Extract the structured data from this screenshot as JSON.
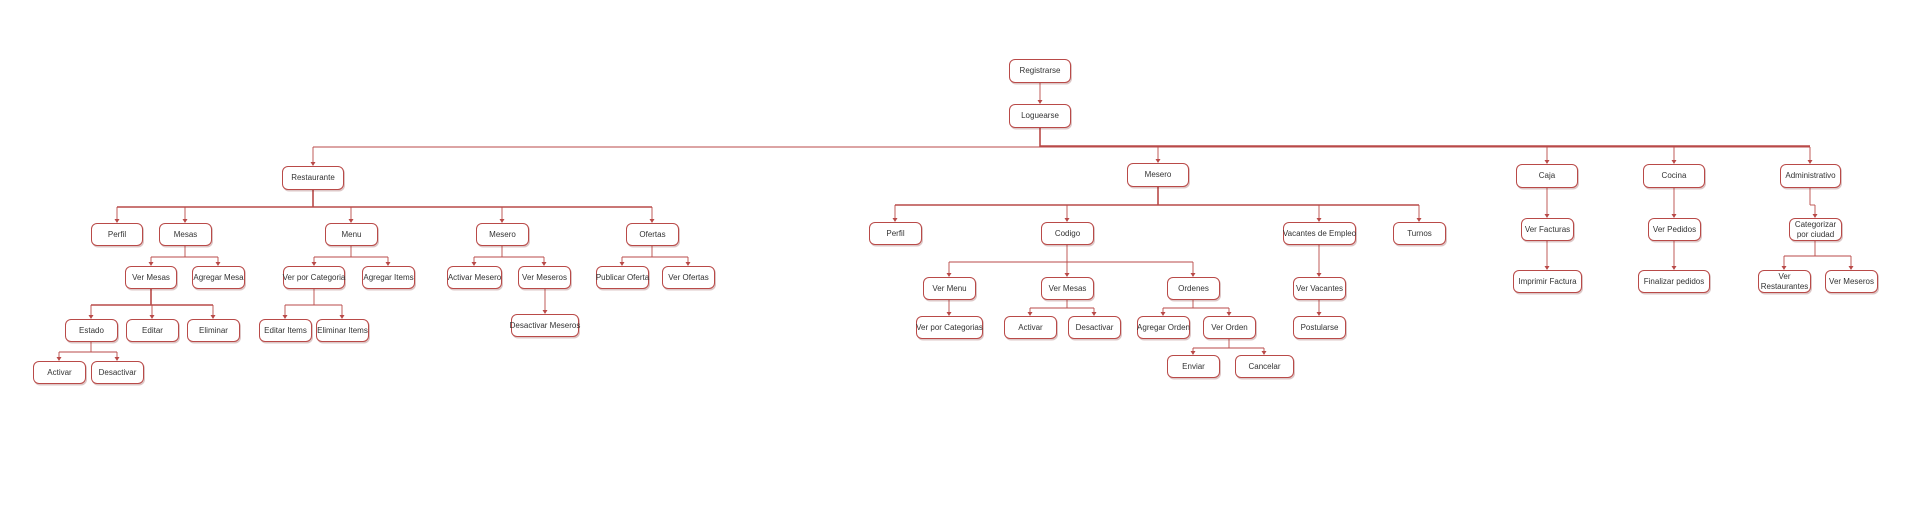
{
  "diagram": {
    "type": "tree",
    "colors": {
      "border": "#b94a48",
      "connector": "#b94a48",
      "text": "#333333",
      "background": "#ffffff"
    },
    "nodes": {
      "registrarse": "Registrarse",
      "loguearse": "Loguearse",
      "restaurante": "Restaurante",
      "rest_perfil": "Perfil",
      "rest_mesas": "Mesas",
      "rest_ver_mesas": "Ver Mesas",
      "rest_agregar_mesa": "Agregar Mesa",
      "rest_estado": "Estado",
      "rest_activar": "Activar",
      "rest_desactivar": "Desactivar",
      "rest_editar": "Editar",
      "rest_eliminar": "Eliminar",
      "rest_menu": "Menu",
      "rest_ver_por_categoria": "Ver por Categoria",
      "rest_agregar_items": "Agregar Items",
      "rest_editar_items": "Editar Items",
      "rest_eliminar_items": "Eliminar Items",
      "rest_mesero": "Mesero",
      "rest_activar_mesero": "Activar Mesero",
      "rest_ver_meseros": "Ver Meseros",
      "rest_desactivar_meseros": "Desactivar Meseros",
      "rest_ofertas": "Ofertas",
      "rest_publicar_oferta": "Publicar Oferta",
      "rest_ver_ofertas": "Ver Ofertas",
      "mesero": "Mesero",
      "mes_perfil": "Perfil",
      "mes_codigo": "Codigo",
      "mes_ver_menu": "Ver Menu",
      "mes_ver_por_categorias": "Ver por Categorias",
      "mes_ver_mesas": "Ver Mesas",
      "mes_activar": "Activar",
      "mes_desactivar": "Desactivar",
      "mes_ordenes": "Ordenes",
      "mes_agregar_orden": "Agregar Orden",
      "mes_ver_orden": "Ver Orden",
      "mes_enviar": "Enviar",
      "mes_cancelar": "Cancelar",
      "mes_vacantes": "Vacantes de Empleo",
      "mes_ver_vacantes": "Ver Vacantes",
      "mes_postularse": "Postularse",
      "mes_turnos": "Turnos",
      "caja": "Caja",
      "caja_ver_facturas": "Ver Facturas",
      "caja_imprimir_factura": "Imprimir Factura",
      "cocina": "Cocina",
      "cocina_ver_pedidos": "Ver Pedidos",
      "cocina_finalizar_pedidos": "Finalizar pedidos",
      "administrativo": "Administrativo",
      "adm_categorizar": "Categorizar por ciudad",
      "adm_ver_restaurantes": "Ver Restaurantes",
      "adm_ver_meseros": "Ver Meseros"
    }
  }
}
